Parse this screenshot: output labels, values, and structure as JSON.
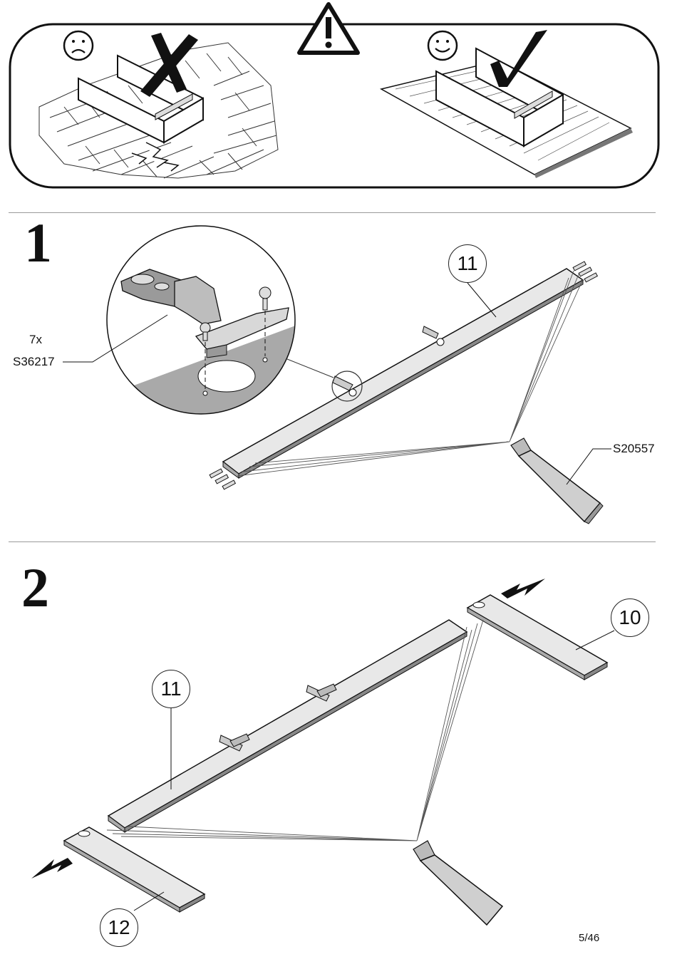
{
  "warning_panel": {
    "bad_label": "",
    "good_label": ""
  },
  "step1": {
    "number": "1",
    "part_callout": "11",
    "hinge_qty": "7x",
    "hinge_code": "S36217",
    "glue_code": "S20557"
  },
  "step2": {
    "number": "2",
    "callout_top_right": "10",
    "callout_middle": "11",
    "callout_bottom_left": "12"
  },
  "footer": {
    "page": "5/46"
  }
}
